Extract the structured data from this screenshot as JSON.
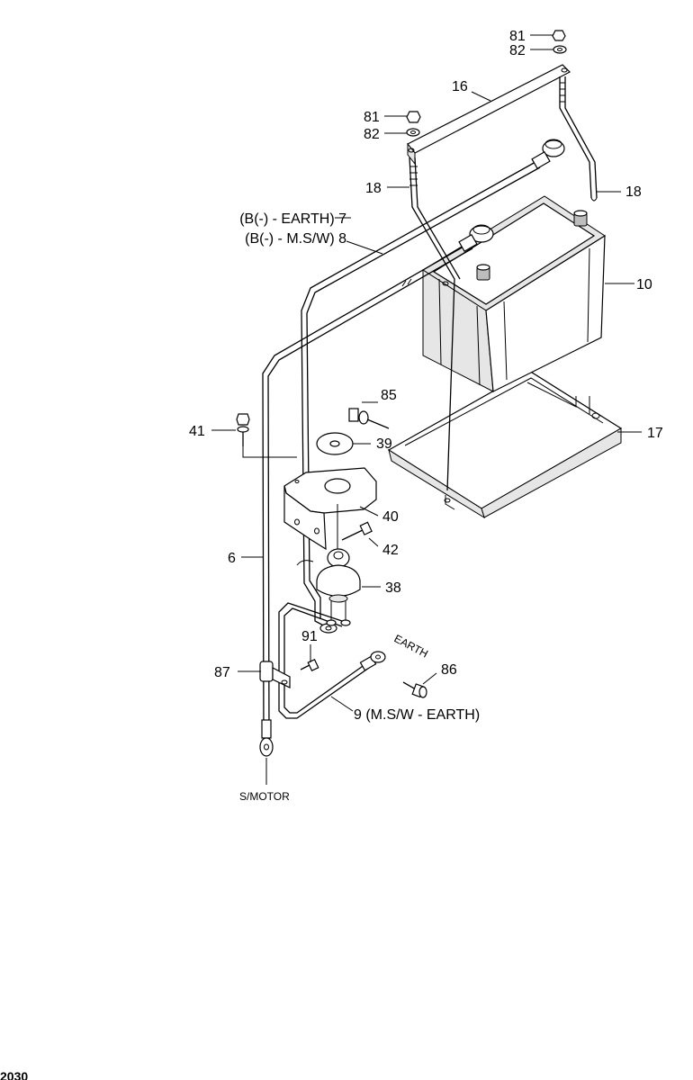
{
  "labels": {
    "p81a": "81",
    "p82a": "82",
    "p16": "16",
    "p81b": "81",
    "p82b": "82",
    "p18a": "18",
    "p18b": "18",
    "p7": "(B(-) - EARTH) 7",
    "p8": "(B(-) - M.S/W) 8",
    "p10": "10",
    "p85": "85",
    "p41": "41",
    "p39": "39",
    "p17": "17",
    "p40": "40",
    "p42": "42",
    "p6": "6",
    "p38": "38",
    "p91": "91",
    "earth": "EARTH",
    "p87": "87",
    "p86": "86",
    "p9": "9 (M.S/W - EARTH)",
    "smotor": "S/MOTOR"
  },
  "footer": "2030"
}
